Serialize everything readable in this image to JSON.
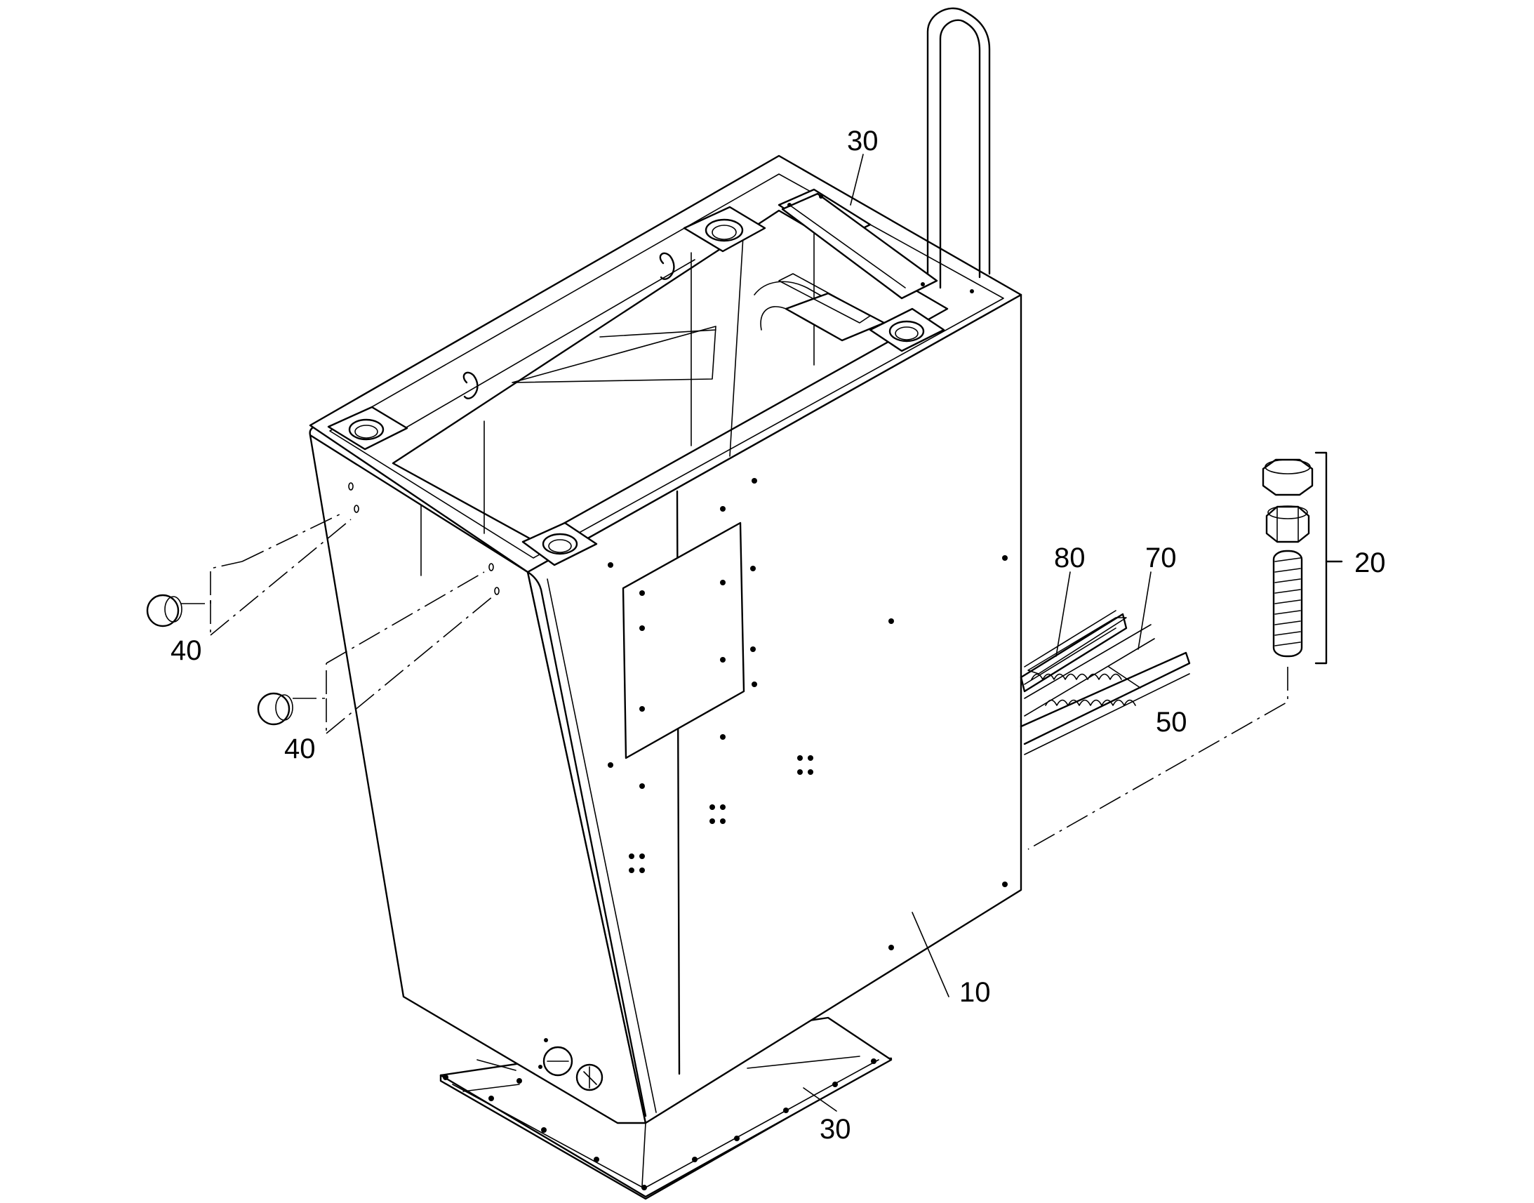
{
  "callouts": {
    "part_10": "10",
    "part_20": "20",
    "part_30_top": "30",
    "part_30_bottom": "30",
    "part_40_upper": "40",
    "part_40_lower": "40",
    "part_50": "50",
    "part_70": "70",
    "part_80": "80"
  }
}
